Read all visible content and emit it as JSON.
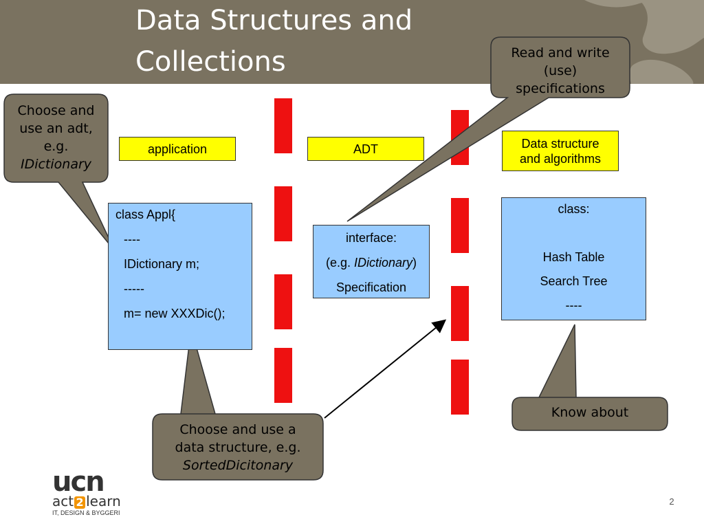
{
  "slide": {
    "title": "Data Structures and\nCollections",
    "page_number": "2"
  },
  "columns": {
    "application": "application",
    "adt": "ADT",
    "data_structure": "Data structure\nand algorithms"
  },
  "appl_box": {
    "lines": [
      "class Appl{",
      "----",
      "IDictionary m;",
      "-----",
      "m= new XXXDic();"
    ]
  },
  "interface_box": {
    "line1": "interface:",
    "line2_prefix": "(e.g. ",
    "line2_italic": "IDictionary",
    "line2_suffix": ")",
    "line3": "Specification"
  },
  "class_box": {
    "lines": [
      "class:",
      "",
      "Hash Table",
      "Search Tree",
      "----"
    ]
  },
  "callouts": {
    "choose_adt": {
      "line1": "Choose and",
      "line2": "use an adt,",
      "line3": "e.g.",
      "line4_italic": "IDictionary"
    },
    "read_write": {
      "line1": "Read and write",
      "line2": "(use)",
      "line3": "specifications"
    },
    "choose_ds": {
      "line1": "Choose and use a",
      "line2": "data structure, e.g.",
      "line3_italic": "SortedDicitonary"
    },
    "know_about": {
      "text": "Know about"
    }
  },
  "logo": {
    "brand": "ucn",
    "tagline_prefix": "act",
    "tagline_number": "2",
    "tagline_suffix": "learn",
    "subtitle": "IT, DESIGN & BYGGERI"
  },
  "colors": {
    "header": "#7a7260",
    "callout_fill": "#7a7260",
    "label_fill": "#ffff00",
    "box_fill": "#99ccff",
    "dash": "#ee1111",
    "logo_accent": "#f29400"
  }
}
